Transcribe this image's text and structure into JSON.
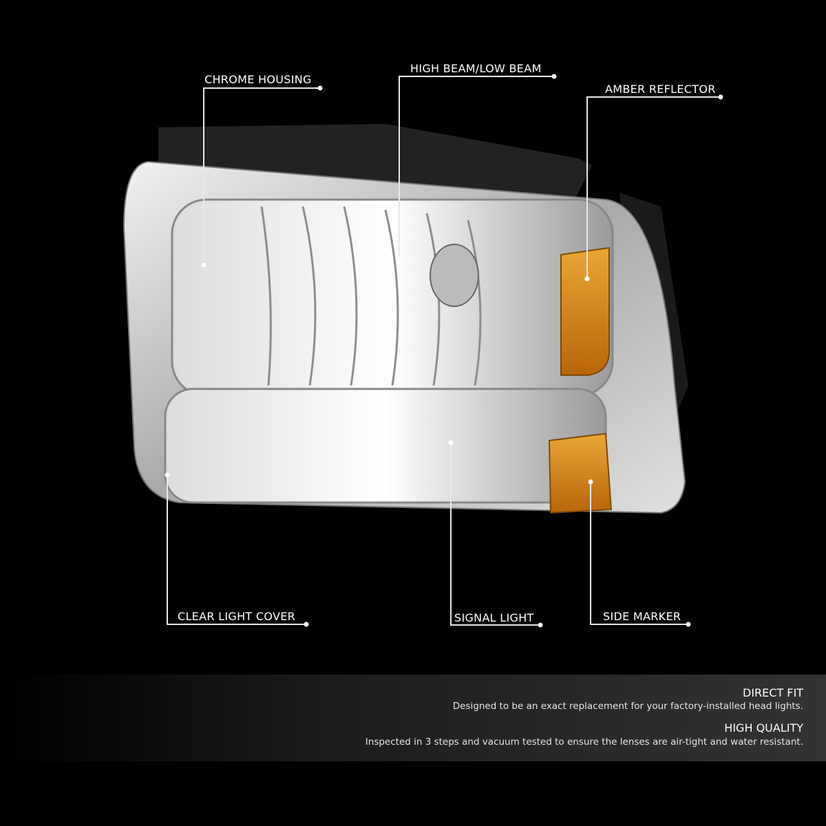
{
  "callouts": {
    "chrome_housing": "CHROME HOUSING",
    "high_low_beam": "HIGH BEAM/LOW BEAM",
    "amber_reflector": "AMBER REFLECTOR",
    "clear_light_cover": "CLEAR LIGHT COVER",
    "signal_light": "SIGNAL LIGHT",
    "side_marker": "SIDE MARKER"
  },
  "features": [
    {
      "title": "DIRECT FIT",
      "description": "Designed to be an exact replacement for your factory-installed head lights."
    },
    {
      "title": "HIGH QUALITY",
      "description": "Inspected in 3 steps and vacuum tested to ensure the lenses are air-tight and water resistant."
    }
  ],
  "colors": {
    "background": "#000000",
    "amber": "#d98a12",
    "chrome": "#c9c9c9",
    "callout_line": "#e8e8e8"
  }
}
